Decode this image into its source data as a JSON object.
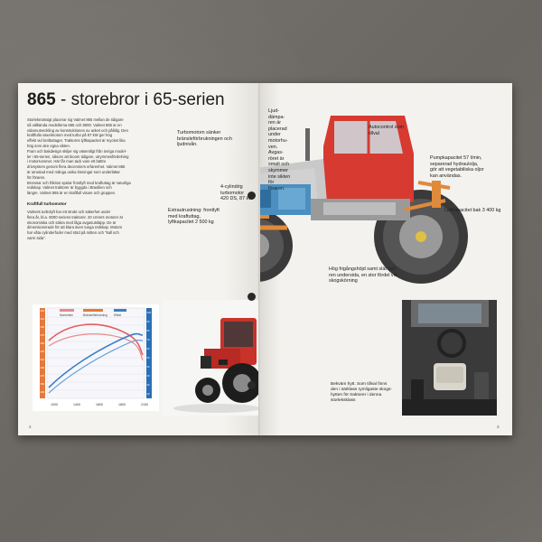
{
  "headline": {
    "number": "865",
    "text": " - storebror i 65-serien"
  },
  "left_body": [
    "Storlekmässigt placerar sig Valmet 865 mellan de tidigare",
    "så välkända modellerna 665 och 8000. Valmet 865 är en",
    "vidareutveckling av konstruktionen av anket och pålitlig. Den",
    "kraftfulla växelmotorn med turbo på 87 kW ger hög",
    "effekt vid kraftuttaget. Traktorns lyftkapacitet är mycket lika",
    "hög som den egna vikten.",
    "Fram och bakdesign skiljer sig väsentligt från övriga model-",
    "ler i 65-serien, såsom att bioom tidigare, utrymmesfördelning",
    "i motorrummet. Här får man tack vare ett bättre",
    "drivsystem genom flera decenniers erfarenhet. Valmet 865",
    "är utrustad med många unika lösningar som underlättar",
    "för föraren.",
    "Bromsar och friktion spelar frontlyft med kraftuttag är naturliga",
    "redskap. Valmet traktorer är byggda i Brasilien och",
    "längre. Valmet 865 är en kraftfull visare och gruppen."
  ],
  "subhead": "Kraftfull turbomotor",
  "left_body2": [
    "Valmets turbolyft har ett strukt och säkerhet under",
    "flera år, bl.a. 8000 seriens traktorer. 20 cmrers motorer är",
    "ekonomiska och säkra med låga avgasutsläpp. De är",
    "dimensionerade för att klara även tunga redskap. Motorn",
    "har våta cylinderfoder med stöd på mitten och \"kall och",
    "varm sida\"."
  ],
  "labels": {
    "turbo": "Turbomotorn sänker\nbränsleförbrukningen och\nljudnivån.",
    "cyl": "4-cylindrig\nturbomotor\n420 DS, 87 kW",
    "extra": "Extrautrustning: frontlyft\nmed kraftuttag,\nlyftkapacitet 2 500 kg",
    "damp": "Ljud-\ndämpa-\nren är\nplacerad\nunder\nmotorhu-\nven.\nAvgas-\nröret är\nsmalt och\nskymmer\ninte sikten\nför\nföraren.",
    "autocontrol": "Autocontrol som\ntillval",
    "pump": "Pumpkapacitet 57 l/min,\nseparerad hydraulolja,\ngör att vegetabiliska oljor\nkan användas.",
    "lift": "Lyftkapacitet bak 3 400 kg",
    "ground": "Hög frigångshöjd samt slät och\nren undersida, en stor fördel vid\nskogskörning"
  },
  "chart": {
    "top_labels": [
      "Momenten",
      "Bränsleförbrukning",
      "Effekt"
    ],
    "x_ticks": [
      "1000",
      "1400",
      "1600",
      "1800",
      "2150"
    ],
    "left_ticks": [
      "430",
      "410",
      "390",
      "370",
      "350",
      "330",
      "310",
      "290",
      "270",
      "250",
      "230"
    ],
    "right_ticks": [
      "100",
      "90",
      "80",
      "70",
      "60",
      "50",
      "40",
      "30",
      "20",
      "10"
    ]
  },
  "cabin_caption": "Bekväm hytt. Som tillval finns\nden i särklass rymligaste skogs-\nhytten för traktorer i denna\nstorleksklass",
  "page_numbers": {
    "left": "2",
    "right": "3"
  },
  "colors": {
    "tractor_red": "#c8322a",
    "engine_blue": "#4a8fc0",
    "hydraulic_orange": "#e08a3c",
    "chart_orange": "#e5783a",
    "chart_blue": "#2a6fb8"
  }
}
